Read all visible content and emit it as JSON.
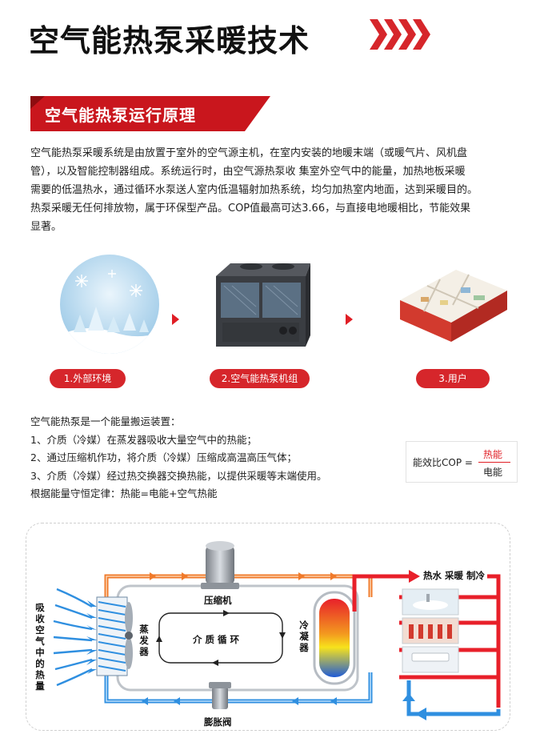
{
  "header": {
    "title": "空气能热泵采暖技术"
  },
  "section": {
    "title": "空气能热泵运行原理"
  },
  "intro": {
    "lines": [
      "空气能热泵采暖系统是由放置于室外的空气源主机，在室内安装的地暖末端（或暖气片、风机盘",
      "管），以及智能控制器组成。系统运行时，由空气源热泵收 集室外空气中的能量，加热地板采暖",
      "需要的低温热水，通过循环水泵送人室内低温辐射加热系统，均匀加热室内地面，达到采暖目的。",
      "热泵采暖无任何排放物，属于环保型产品。COP值最高可达3.66，与直接电地暖相比，节能效果",
      "显著。"
    ]
  },
  "steps": [
    {
      "label": "1.外部环境"
    },
    {
      "label": "2.空气能热泵机组"
    },
    {
      "label": "3.用户"
    }
  ],
  "energy": {
    "lines": [
      "空气能热泵是一个能量搬运装置：",
      "1、介质（冷媒）在蒸发器吸收大量空气中的热能；",
      "2、通过压缩机作功，将介质（冷媒）压缩成高温高压气体；",
      "3、介质（冷媒）经过热交换器交换热能，以提供采暖等末端使用。",
      "根据能量守恒定律：热能=电能+空气热能"
    ]
  },
  "cop": {
    "label": "能效比COP =",
    "numerator": "热能",
    "denominator": "电能"
  },
  "diagram": {
    "left_label": "吸收空气中的热量",
    "evaporator": "蒸发器",
    "compressor": "压缩机",
    "cycle": "介 质 循 环",
    "condenser": "冷凝器",
    "expansion": "膨胀阀",
    "uses": "热水  采暖  制冷"
  },
  "colors": {
    "accent_red": "#d6262b",
    "hot_orange": "#f07a2a",
    "cold_blue": "#2f8fe0"
  }
}
